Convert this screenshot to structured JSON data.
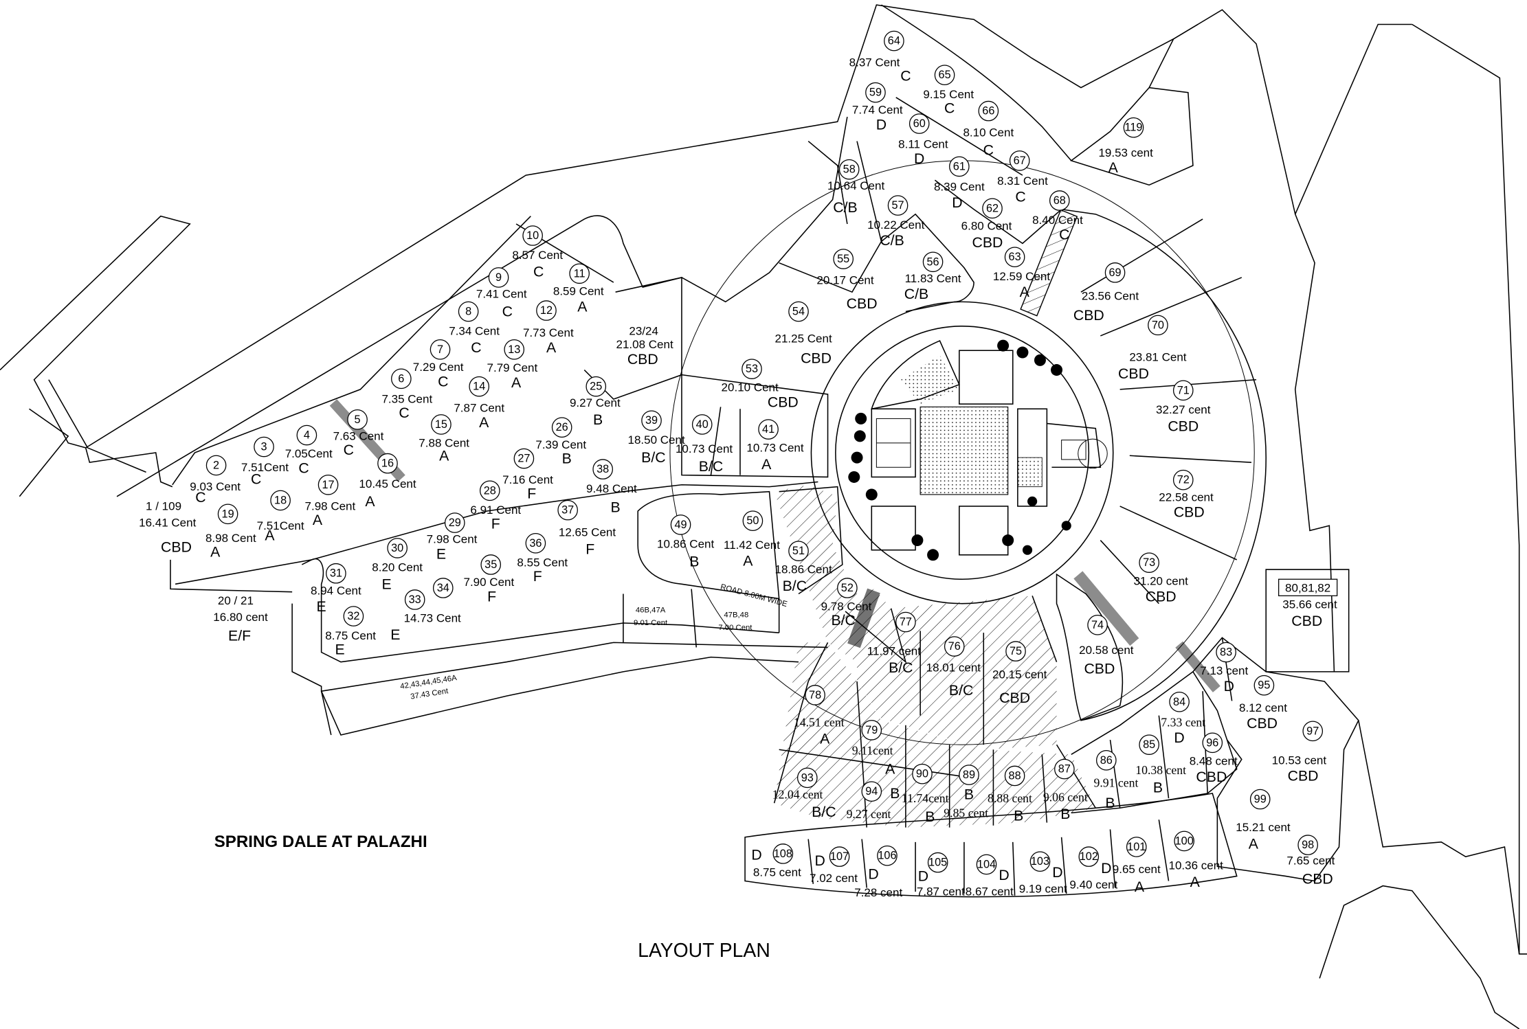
{
  "title": "SPRING DALE  AT PALAZHI",
  "subtitle": "LAYOUT PLAN",
  "road_label": "ROAD 8.00M WIDE",
  "plots": [
    {
      "id": "64",
      "area": "8.37 Cent",
      "cat": "C"
    },
    {
      "id": "65",
      "area": "9.15 Cent",
      "cat": "C"
    },
    {
      "id": "59",
      "area": "7.74 Cent",
      "cat": "D"
    },
    {
      "id": "66",
      "area": "8.10 Cent",
      "cat": "C"
    },
    {
      "id": "60",
      "area": "8.11 Cent",
      "cat": "D"
    },
    {
      "id": "67",
      "area": "8.31 Cent",
      "cat": "C"
    },
    {
      "id": "61",
      "area": "8.39 Cent",
      "cat": "D"
    },
    {
      "id": "58",
      "area": "10.64 Cent",
      "cat": "C/B"
    },
    {
      "id": "57",
      "area": "10.22 Cent",
      "cat": "C/B"
    },
    {
      "id": "62",
      "area": "6.80 Cent",
      "cat": "CBD"
    },
    {
      "id": "68",
      "area": "8.40 Cent",
      "cat": "C"
    },
    {
      "id": "63",
      "area": "12.59 Cent",
      "cat": "A"
    },
    {
      "id": "56",
      "area": "11.83 Cent",
      "cat": "C/B"
    },
    {
      "id": "55",
      "area": "20.17 Cent",
      "cat": "CBD"
    },
    {
      "id": "54",
      "area": "21.25 Cent",
      "cat": "CBD"
    },
    {
      "id": "53",
      "area": "20.10 Cent",
      "cat": "CBD"
    },
    {
      "id": "10",
      "area": "8.57 Cent",
      "cat": "C"
    },
    {
      "id": "11",
      "area": "8.59 Cent",
      "cat": "A"
    },
    {
      "id": "9",
      "area": "7.41 Cent",
      "cat": "C"
    },
    {
      "id": "12",
      "area": "7.73 Cent",
      "cat": "A"
    },
    {
      "id": "8",
      "area": "7.34 Cent",
      "cat": "C"
    },
    {
      "id": "13",
      "area": "7.79 Cent",
      "cat": "A"
    },
    {
      "id": "7",
      "area": "7.29 Cent",
      "cat": "C"
    },
    {
      "id": "14",
      "area": "7.87 Cent",
      "cat": "A"
    },
    {
      "id": "6",
      "area": "7.35 Cent",
      "cat": "C"
    },
    {
      "id": "5",
      "area": "7.63 Cent",
      "cat": "C"
    },
    {
      "id": "15",
      "area": "7.88 Cent",
      "cat": "A"
    },
    {
      "id": "16",
      "area": "10.45 Cent",
      "cat": "A"
    },
    {
      "id": "4",
      "area": "7.05Cent",
      "cat": "C"
    },
    {
      "id": "3",
      "area": "7.51Cent",
      "cat": "C"
    },
    {
      "id": "2",
      "area": "9.03 Cent",
      "cat": "C"
    },
    {
      "id": "17",
      "area": "7.98 Cent",
      "cat": "A"
    },
    {
      "id": "18",
      "area": "7.51Cent",
      "cat": "A"
    },
    {
      "id": "19",
      "area": "8.98 Cent",
      "cat": "A"
    },
    {
      "label": "1 / 109",
      "area": "16.41 Cent",
      "cat": "CBD"
    },
    {
      "label": "23/24",
      "area": "21.08 Cent",
      "cat": "CBD"
    },
    {
      "id": "25",
      "area": "9.27 Cent",
      "cat": "B"
    },
    {
      "id": "39",
      "area": "18.50 Cent",
      "cat": "B/C"
    },
    {
      "id": "40",
      "area": "10.73 Cent",
      "cat": "B/C"
    },
    {
      "id": "41",
      "area": "10.73 Cent",
      "cat": "A"
    },
    {
      "id": "26",
      "area": "7.39 Cent",
      "cat": "B"
    },
    {
      "id": "38",
      "area": "9.48 Cent",
      "cat": "B"
    },
    {
      "id": "27",
      "area": "7.16 Cent",
      "cat": "F"
    },
    {
      "id": "28",
      "area": "6.91 Cent",
      "cat": "F"
    },
    {
      "id": "37",
      "area": "12.65 Cent",
      "cat": "F"
    },
    {
      "id": "29",
      "area": "7.98 Cent",
      "cat": "E"
    },
    {
      "id": "36",
      "area": "8.55 Cent",
      "cat": "F"
    },
    {
      "id": "30",
      "area": "8.20 Cent",
      "cat": "E"
    },
    {
      "id": "35",
      "area": "7.90 Cent",
      "cat": "F"
    },
    {
      "id": "31",
      "area": "8.94 Cent",
      "cat": "E"
    },
    {
      "id": "32",
      "area": "8.75 Cent",
      "cat": "E"
    },
    {
      "id": "33",
      "id2": "34",
      "area": "14.73 Cent",
      "cat": "E"
    },
    {
      "label": "20 / 21",
      "area": "16.80 cent",
      "cat": "E/F"
    },
    {
      "id": "49",
      "area": "10.86 Cent",
      "cat": "B"
    },
    {
      "id": "50",
      "area": "11.42 Cent",
      "cat": "A"
    },
    {
      "id": "51",
      "area": "18.86 Cent",
      "cat": "B/C"
    },
    {
      "id": "52",
      "area": "9.78 Cent",
      "cat": "B/C"
    },
    {
      "id": "77",
      "area": "11.97 cent",
      "cat": "B/C"
    },
    {
      "id": "76",
      "area": "18.01 cent",
      "cat": "B/C"
    },
    {
      "id": "75",
      "area": "20.15 cent",
      "cat": "CBD"
    },
    {
      "id": "78",
      "area": "14.51 cent",
      "cat": "A"
    },
    {
      "id": "79",
      "area": "9.11cent",
      "cat": "A"
    },
    {
      "id": "93",
      "area": "12.04 cent",
      "cat": "B/C"
    },
    {
      "id": "94",
      "area": "9.27 cent",
      "cat": "B"
    },
    {
      "id": "90",
      "area": "11.74cent",
      "cat": "B"
    },
    {
      "id": "89",
      "area": "9.85 cent",
      "cat": "B"
    },
    {
      "id": "88",
      "area": "8.88 cent",
      "cat": "B"
    },
    {
      "id": "87",
      "area": "9.06 cent",
      "cat": "B"
    },
    {
      "id": "86",
      "area": "9.91 cent",
      "cat": "B"
    },
    {
      "id": "85",
      "area": "10.38 cent",
      "cat": "B"
    },
    {
      "id": "84",
      "area": "7.33 cent",
      "cat": "D"
    },
    {
      "id": "96",
      "area": "8.48 cent",
      "cat": "CBD"
    },
    {
      "id": "83",
      "area": "7.13 cent",
      "cat": "D"
    },
    {
      "id": "95",
      "area": "8.12 cent",
      "cat": "CBD"
    },
    {
      "id": "97",
      "area": "10.53 cent",
      "cat": "CBD"
    },
    {
      "id": "99",
      "area": "15.21 cent",
      "cat": "A"
    },
    {
      "id": "98",
      "area": "7.65 cent",
      "cat": "CBD"
    },
    {
      "id": "74",
      "area": "20.58 cent",
      "cat": "CBD"
    },
    {
      "id": "73",
      "area": "31.20 cent",
      "cat": "CBD"
    },
    {
      "id": "72",
      "area": "22.58 cent",
      "cat": "CBD"
    },
    {
      "id": "71",
      "area": "32.27 cent",
      "cat": "CBD"
    },
    {
      "id": "70",
      "area": "23.81 Cent",
      "cat": "CBD"
    },
    {
      "id": "69",
      "area": "23.56 Cent",
      "cat": "CBD"
    },
    {
      "id": "119",
      "area": "19.53 cent",
      "cat": "A"
    },
    {
      "box": "80,81,82",
      "area": "35.66 cent",
      "cat": "CBD"
    },
    {
      "id": "100",
      "area": "10.36 cent",
      "cat": "A"
    },
    {
      "id": "101",
      "area": "9.65 cent",
      "cat": "A"
    },
    {
      "id": "102",
      "area": "9.40 cent",
      "cat": "D"
    },
    {
      "id": "103",
      "area": "9.19 cent",
      "cat": "D"
    },
    {
      "id": "104",
      "area": "8.67 cent",
      "cat": "D"
    },
    {
      "id": "105",
      "area": "7.87 cent",
      "cat": "D"
    },
    {
      "id": "106",
      "area": "7.28 cent",
      "cat": "D"
    },
    {
      "id": "107",
      "area": "7.02 cent",
      "cat": "D"
    },
    {
      "id": "108",
      "area": "8.75 cent",
      "cat": "D"
    },
    {
      "label": "46B,47A",
      "area": "9.01 Cent",
      "small": true
    },
    {
      "label": "47B,48",
      "area": "7.00 Cent",
      "small": true
    },
    {
      "label": "42,43,44,45,46A",
      "area": "37.43 Cent",
      "small": true
    }
  ]
}
